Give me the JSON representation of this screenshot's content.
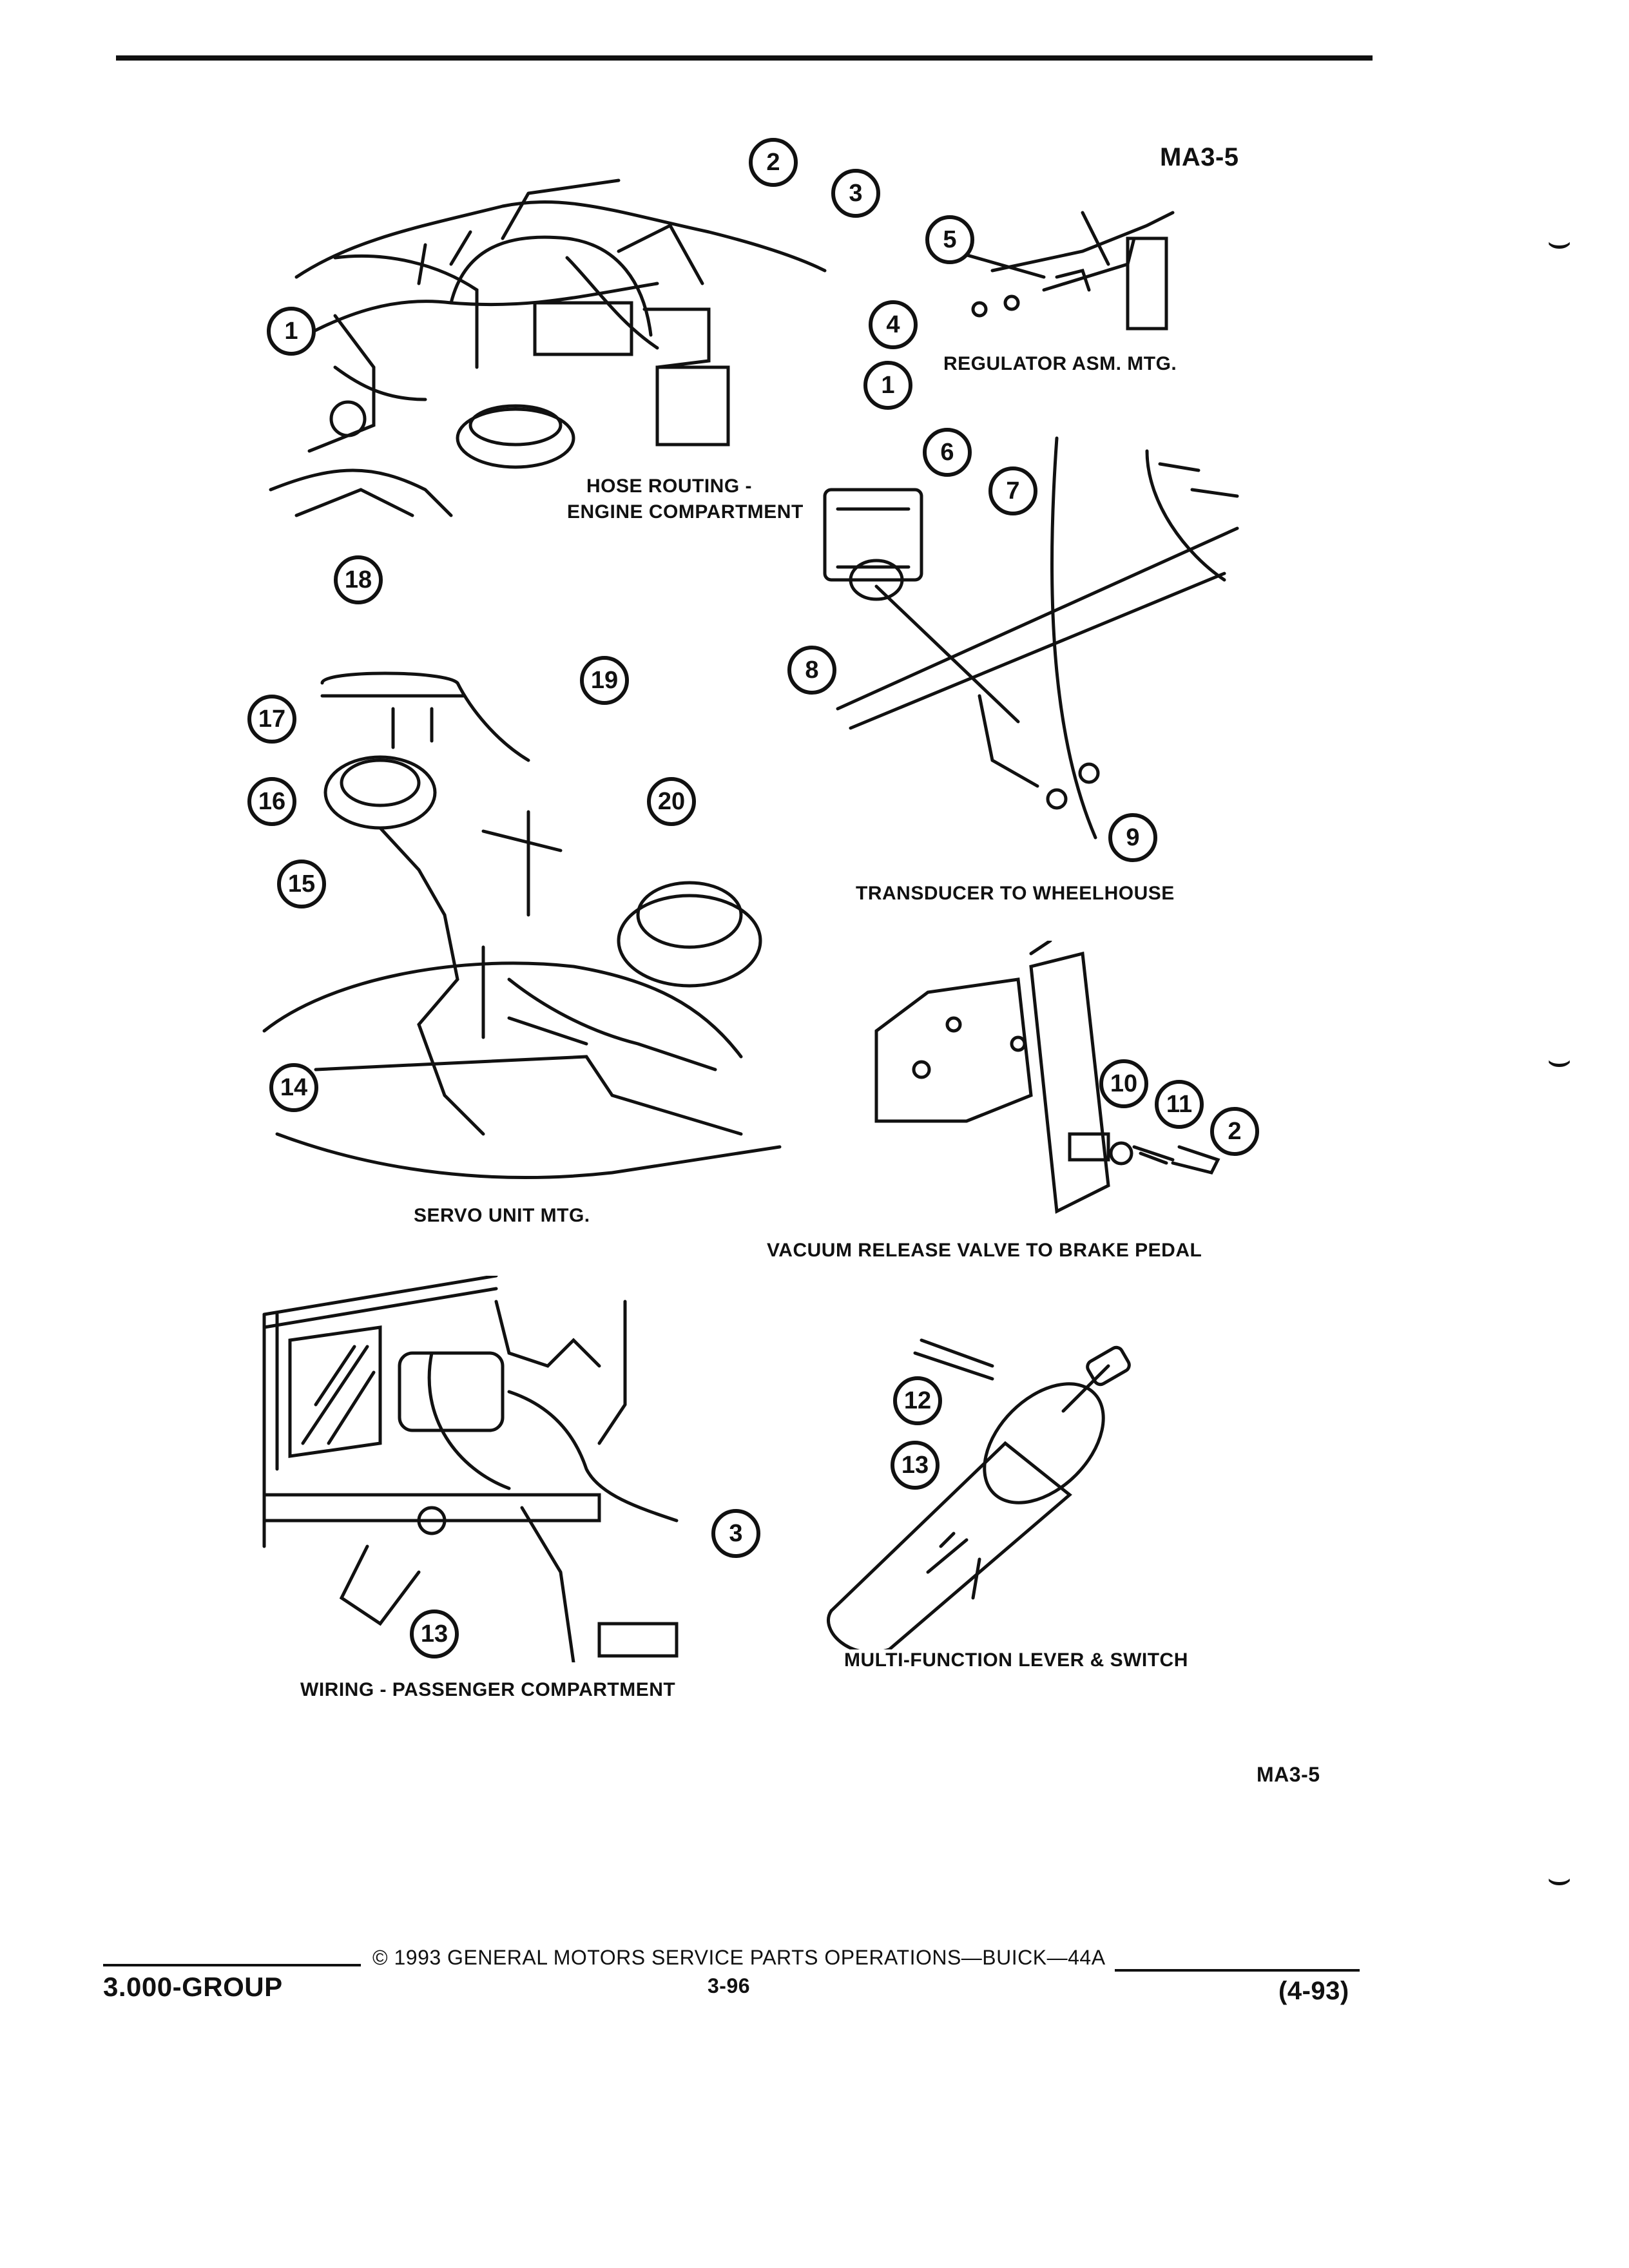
{
  "header": {
    "code": "MA3-5"
  },
  "figures": [
    {
      "id": "hose",
      "caption": "HOSE ROUTING -\nENGINE COMPARTMENT",
      "callouts": [
        "1",
        "2",
        "3",
        "1"
      ]
    },
    {
      "id": "regulator",
      "caption": "REGULATOR ASM. MTG.",
      "callouts": [
        "5",
        "4"
      ]
    },
    {
      "id": "transducer",
      "caption": "TRANSDUCER TO WHEELHOUSE",
      "callouts": [
        "6",
        "7",
        "8",
        "9"
      ]
    },
    {
      "id": "servo",
      "caption": "SERVO UNIT MTG.",
      "callouts": [
        "18",
        "17",
        "16",
        "15",
        "14",
        "19",
        "20"
      ]
    },
    {
      "id": "vacuum",
      "caption": "VACUUM RELEASE VALVE TO BRAKE PEDAL",
      "callouts": [
        "10",
        "11",
        "2"
      ]
    },
    {
      "id": "wiring",
      "caption": "WIRING - PASSENGER COMPARTMENT",
      "callouts": [
        "3",
        "13"
      ]
    },
    {
      "id": "multifunction",
      "caption": "MULTI-FUNCTION LEVER & SWITCH",
      "callouts": [
        "12",
        "13"
      ]
    }
  ],
  "footer": {
    "code": "MA3-5",
    "copyright": "© 1993 GENERAL MOTORS SERVICE PARTS OPERATIONS—BUICK—44A",
    "group": "3.000-GROUP",
    "page": "3-96",
    "date": "(4-93)"
  }
}
